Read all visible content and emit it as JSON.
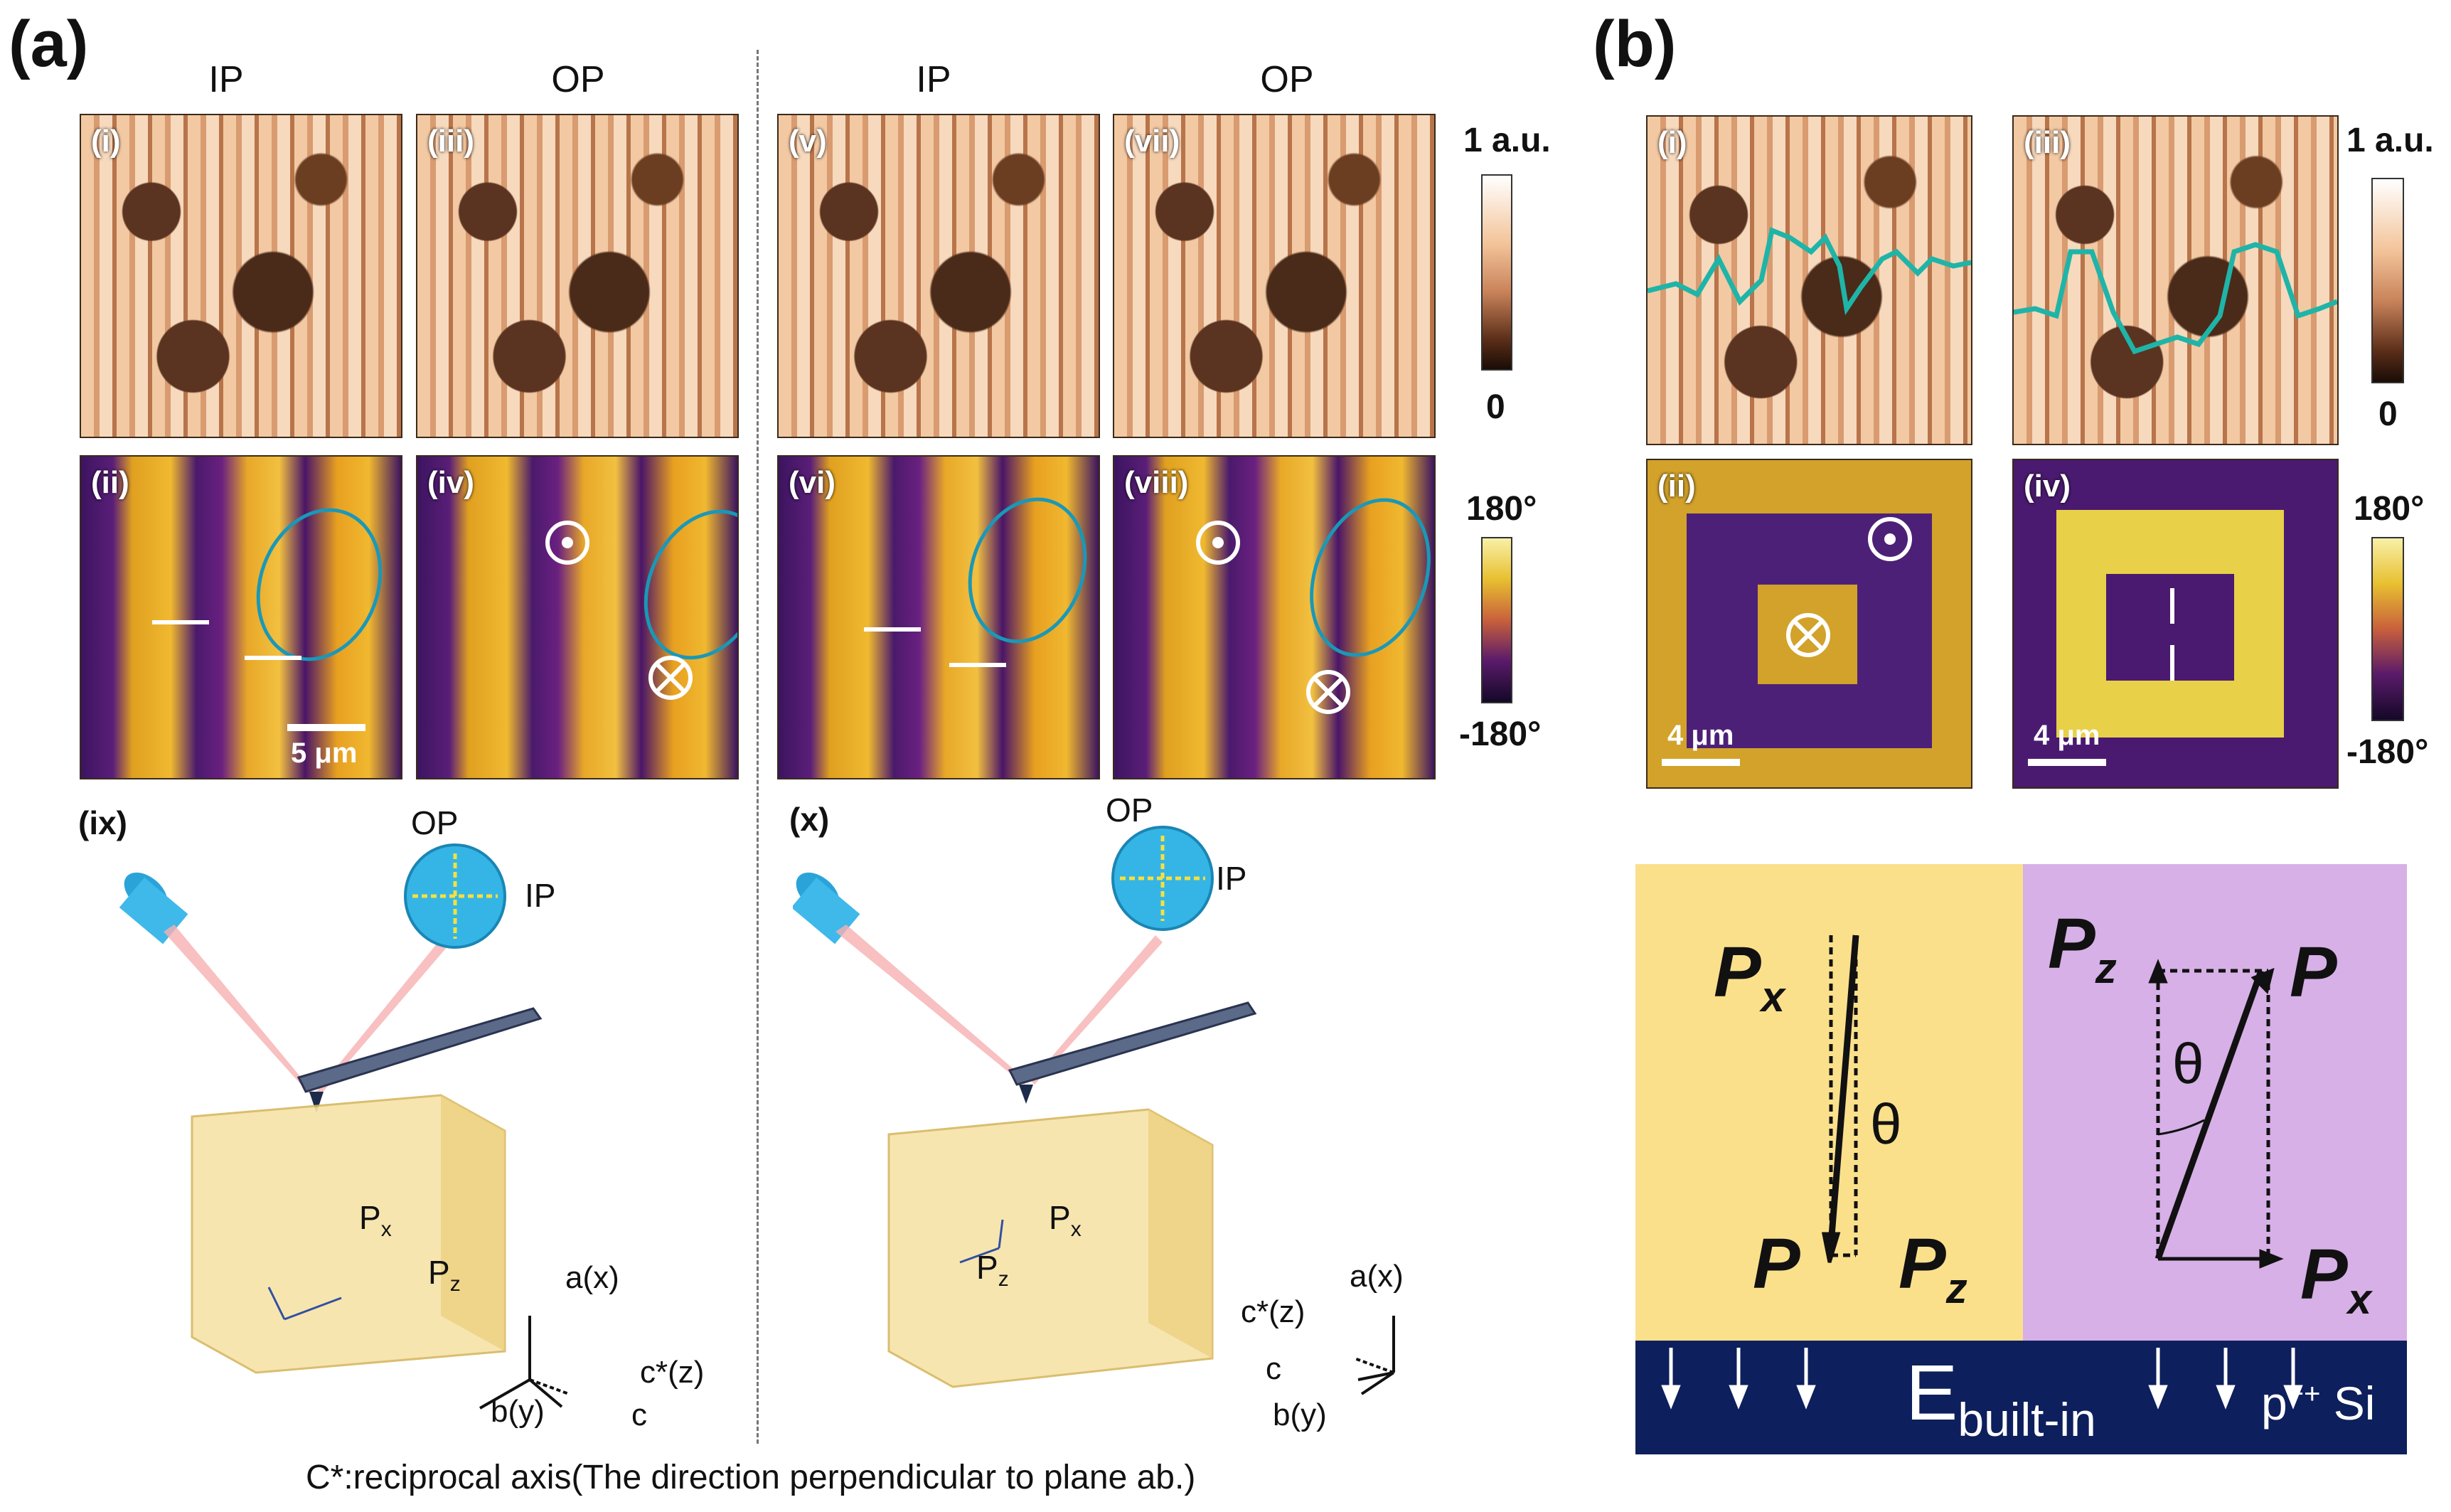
{
  "panel_a": {
    "letter": "(a)",
    "col_left_ip": "IP",
    "col_left_op": "OP",
    "col_right_ip": "IP",
    "col_right_op": "OP",
    "labels": {
      "i": "(i)",
      "iii": "(iii)",
      "v": "(v)",
      "vii": "(vii)",
      "ii": "(ii)",
      "iv": "(iv)",
      "vi": "(vi)",
      "viii": "(viii)",
      "ix": "(ix)",
      "x": "(x)"
    },
    "scalebar": "5 μm",
    "amp_cbar_top": "1 a.u.",
    "amp_cbar_bottom": "0",
    "phase_cbar_top": "180°",
    "phase_cbar_bottom": "-180°",
    "schematic_ix": {
      "op": "OP",
      "ip": "IP",
      "px": "P",
      "px_sub": "x",
      "pz": "P",
      "pz_sub": "z",
      "ax_a": "a(x)",
      "ax_c_star": "c*(z)",
      "ax_b": "b(y)",
      "ax_c": "c"
    },
    "schematic_x": {
      "op": "OP",
      "ip": "IP",
      "px": "P",
      "px_sub": "x",
      "pz": "P",
      "pz_sub": "z",
      "ax_a": "a(x)",
      "ax_c_star": "c*(z)",
      "ax_b": "b(y)",
      "ax_c": "c"
    },
    "caption": "C*:reciprocal axis(The direction perpendicular to plane ab.)"
  },
  "panel_b": {
    "letter": "(b)",
    "labels": {
      "i": "(i)",
      "iii": "(iii)",
      "ii": "(ii)",
      "iv": "(iv)"
    },
    "scalebar_1": "4 μm",
    "scalebar_2": "4 μm",
    "amp_cbar_top": "1 a.u.",
    "amp_cbar_bottom": "0",
    "phase_cbar_top": "180°",
    "phase_cbar_bottom": "-180°",
    "diagram": {
      "left_px": "P",
      "left_px_sub": "x",
      "left_p": "P",
      "left_pz": "P",
      "left_pz_sub": "z",
      "right_pz": "P",
      "right_pz_sub": "z",
      "right_p": "P",
      "right_px": "P",
      "right_px_sub": "x",
      "theta": "θ",
      "field": "E",
      "field_sub": "built-in",
      "substrate": "p",
      "substrate_sup": "++",
      "substrate_tail": " Si",
      "colors": {
        "left_bg": "#fbe08c",
        "right_bg": "#d6b0e6",
        "base": "#0d1f5c"
      }
    }
  }
}
